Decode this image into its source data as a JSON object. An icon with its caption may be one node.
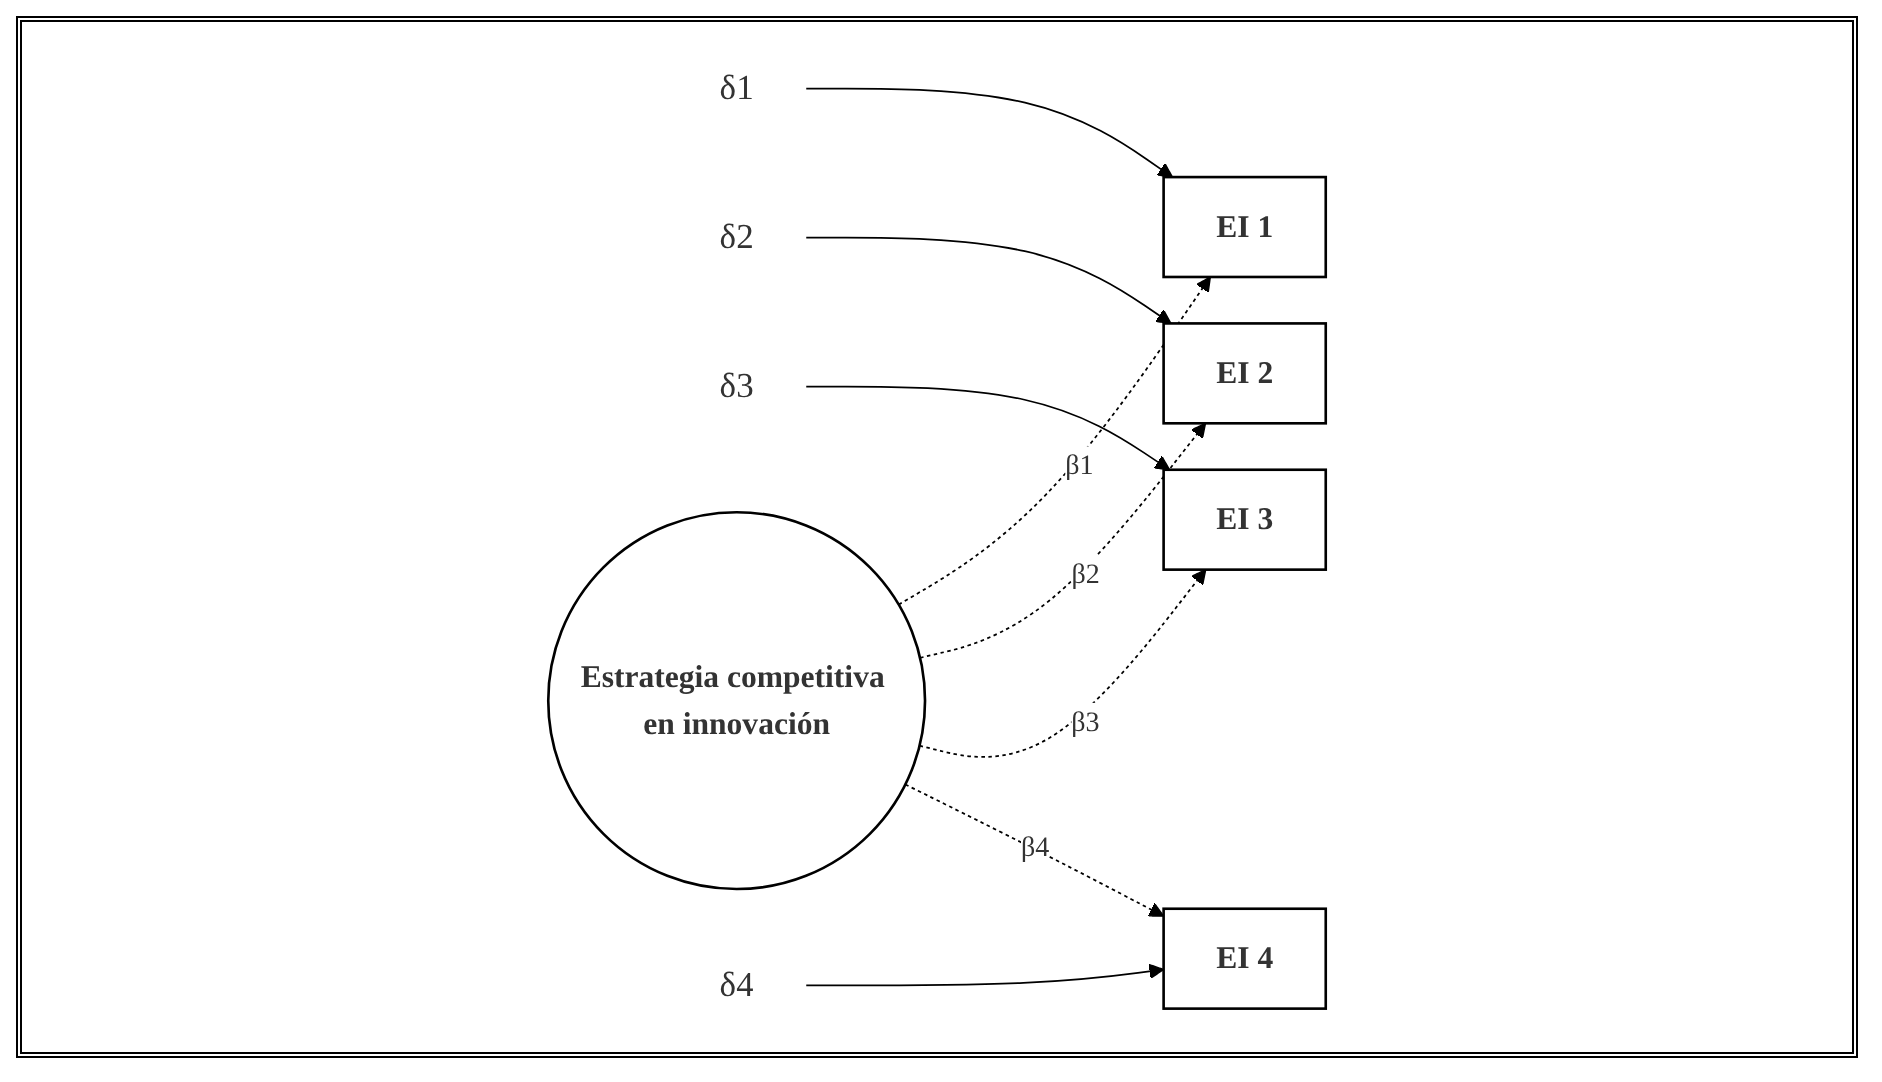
{
  "diagram": {
    "nodes": [
      {
        "text": [
          "δ1"
        ]
      },
      {
        "text": [
          "EI 1"
        ]
      },
      {
        "text": [
          "δ2"
        ]
      },
      {
        "text": [
          "EI 2"
        ]
      },
      {
        "text": [
          "δ3"
        ]
      },
      {
        "text": [
          "EI 3"
        ]
      },
      {
        "text": [
          "δ4"
        ]
      },
      {
        "text": [
          "EI 4"
        ]
      },
      {
        "text": [
          "Estrategia competitiva en innovación"
        ]
      }
    ],
    "edges": [
      {
        "from": 0,
        "to": 1,
        "arrow": "to"
      },
      {
        "from": 2,
        "to": 3,
        "arrow": "to"
      },
      {
        "from": 4,
        "to": 5,
        "arrow": "to"
      },
      {
        "from": 6,
        "to": 7,
        "arrow": "to"
      },
      {
        "from": 8,
        "to": 1,
        "arrow": "to",
        "style": "dashed",
        "label": "β1"
      },
      {
        "from": 8,
        "to": 3,
        "arrow": "to",
        "style": "dashed",
        "label": "β2"
      },
      {
        "from": 8,
        "to": 5,
        "arrow": "to",
        "style": "dashed",
        "label": "β3"
      },
      {
        "from": 8,
        "to": 7,
        "arrow": "to",
        "style": "dashed",
        "label": "β4"
      }
    ]
  }
}
